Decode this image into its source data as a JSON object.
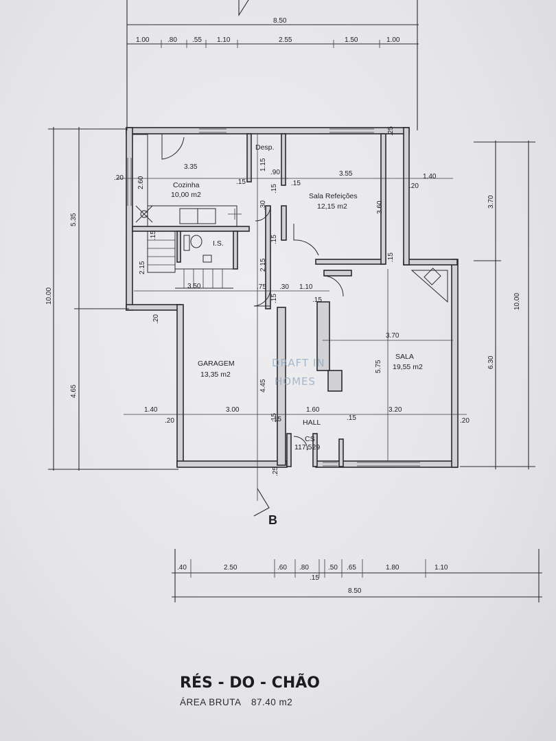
{
  "sheet": {
    "title": "RÉS - DO - CHÃO",
    "subtitle_label": "ÁREA BRUTA",
    "subtitle_value": "87.40 m2",
    "section_mark": "B",
    "watermark_top": "DRAFT IN",
    "watermark_bottom": "HOMES"
  },
  "rooms": {
    "kitchen_name": "Cozinha",
    "kitchen_area": "10,00 m2",
    "dining_name": "Sala Refeições",
    "dining_area": "12,15 m2",
    "pantry_name": "Desp.",
    "wc_name": "I.S.",
    "garage_name": "GARAGEM",
    "garage_area": "13,35 m2",
    "living_name": "SALA",
    "living_area": "19,55 m2",
    "hall_name": "HALL",
    "cs_name": "CS",
    "cs_code": "117,529"
  },
  "dims_top": {
    "total": "8.50",
    "d1": "1.00",
    "d2": ".80",
    "d3": ".55",
    "d4": "1.10",
    "d5": "2.55",
    "d6": "1.50",
    "d7": "1.00"
  },
  "dims_bottom": {
    "total": "8.50",
    "d1": ".40",
    "d2": "2.50",
    "d3": ".60",
    "d4": ".80",
    "d5": ".15",
    "d6": ".50",
    "d7": ".65",
    "d8": "1.80",
    "d9": "1.10"
  },
  "dims_left": {
    "total": "10.00",
    "upper": "5.35",
    "lower": "4.65"
  },
  "dims_right": {
    "total": "10.00",
    "upper": "3.70",
    "lower": "6.30"
  },
  "dims_inner": {
    "k_width": "3.35",
    "k_height": "2.60",
    "k_wall": ".20",
    "k_wall2": ".15",
    "desp": "1.15",
    "desp_w": ".90",
    "desp_h": ".15",
    "dining_w": "3.55",
    "dining_wall": ".15",
    "dining_right": "1.40",
    "dining_right_wall": ".20",
    "dining_h": "3.60",
    "dining_h_wall": ".15",
    "corner": ".25",
    "k_door": ".30",
    "hall_w": ".15",
    "stair_h": "2.15",
    "stair_small": ".15",
    "stair_w": "3.50",
    "stair_center": "2.15",
    "sl_a": ".75",
    "sl_b": ".30",
    "sl_c": "1.10",
    "sl_d": ".15",
    "sl_e": ".15",
    "living_w": "3.70",
    "living_h": "5.75",
    "g_wall_top": ".20",
    "g_h": "4.45",
    "g_wall": ".15",
    "bot_left": "1.40",
    "bot_wall": ".20",
    "g_w": "3.00",
    "bot_wall2": ".15",
    "hall_w2": "1.60",
    "hall_wall": ".15",
    "living_w2": "3.20",
    "living_wall": ".20",
    "bottom_wall": ".25"
  }
}
